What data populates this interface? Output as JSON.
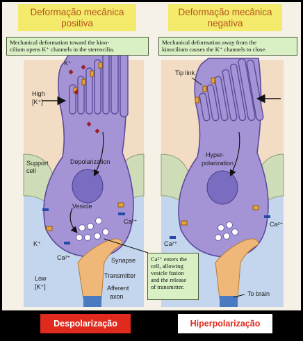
{
  "panels": {
    "left": {
      "title_line1": "Deformação mecânica",
      "title_line2": "positiva",
      "callout_line1": "Mechanical deformation toward the kino-",
      "callout_line2": "cilium opens K⁺ channels in the stereocilia.",
      "labels": {
        "k_top": "K⁺",
        "high": "High",
        "high_k": "[K⁺]",
        "support": "Support",
        "support2": "cell",
        "depolarization": "Depolarization",
        "vesicle": "Vesicle",
        "ca_right": "Ca²⁺",
        "k_bottom": "K⁺",
        "ca_left": "Ca²⁺",
        "synapse": "Synapse",
        "transmitter": "Transmitter",
        "afferent": "Afferent",
        "axon": "axon",
        "low": "Low",
        "low_k": "[K⁺]"
      },
      "bottom_label": "Despolarização",
      "bottom_bg": "#e02a1e",
      "bottom_fg": "#ffffff"
    },
    "right": {
      "title_line1": "Deformação mecânica",
      "title_line2": "negativa",
      "callout_line1": "Mechanical deformation away from the",
      "callout_line2": "kinocilium causes the K⁺ channels to close.",
      "labels": {
        "tip_link": "Tip link",
        "hyper1": "Hyper-",
        "hyper2": "polarization",
        "ca_left": "Ca²⁺",
        "ca_right": "Ca²⁺",
        "to_brain": "To brain"
      },
      "bottom_label": "Hiperpolarização",
      "bottom_bg": "#ffffff",
      "bottom_fg": "#e02a1e"
    },
    "middle_callout": {
      "line1": "Ca²⁺ enters the",
      "line2": "cell, allowing",
      "line3": "vesicle fusion",
      "line4": "and the release",
      "line5": "of transmitter."
    }
  },
  "colors": {
    "title_bg": "#f4ea6b",
    "title_fg": "#b5541a",
    "callout_bg": "#d9efc4",
    "cell": "#a494d6",
    "top_fluid": "#f2dcc4",
    "bottom_fluid": "#c4d6ee",
    "support": "#cfdcb8",
    "nucleus": "#7a6cc0",
    "afferent": "#f0b878"
  }
}
